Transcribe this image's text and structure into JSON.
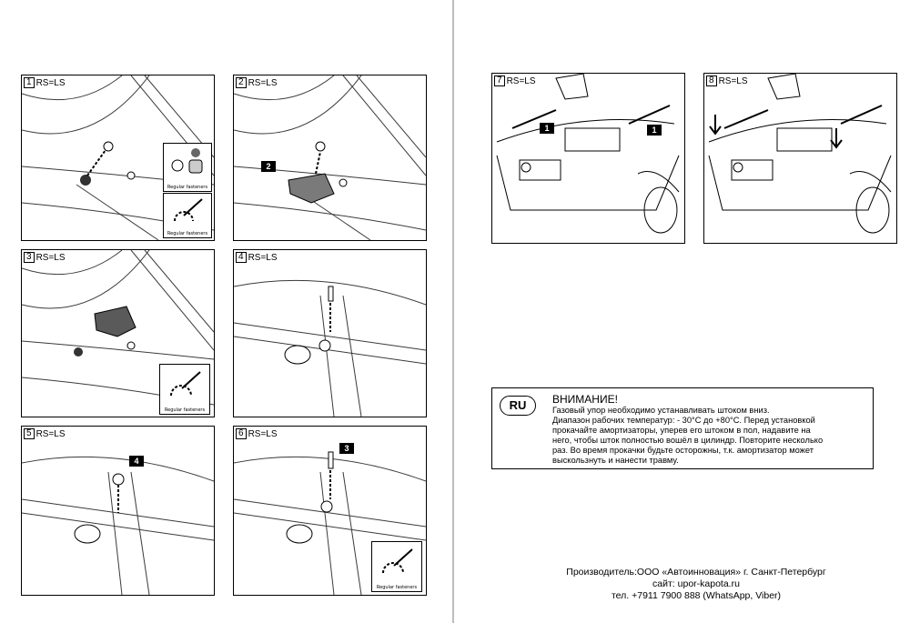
{
  "panels": [
    {
      "number": "1",
      "label": "RS=LS",
      "inset_captions": [
        "Regular fasteners",
        "Regular fasteners"
      ]
    },
    {
      "number": "2",
      "label": "RS=LS",
      "callouts": [
        "2"
      ]
    },
    {
      "number": "3",
      "label": "RS=LS",
      "inset_captions": [
        "Regular fasteners"
      ]
    },
    {
      "number": "4",
      "label": "RS=LS"
    },
    {
      "number": "5",
      "label": "RS=LS",
      "callouts": [
        "4"
      ]
    },
    {
      "number": "6",
      "label": "RS=LS",
      "callouts": [
        "3"
      ],
      "inset_captions": [
        "Regular fasteners"
      ]
    },
    {
      "number": "7",
      "label": "RS=LS",
      "callouts": [
        "1",
        "1"
      ]
    },
    {
      "number": "8",
      "label": "RS=LS"
    }
  ],
  "warning": {
    "badge": "RU",
    "title": "ВНИМАНИЕ!",
    "lines": [
      "Газовый упор необходимо устанавливать штоком вниз.",
      "Диапазон рабочих температур: - 30°С до +80°С. Перед установкой",
      "прокачайте амортизаторы, уперев его штоком в пол,   надавите на",
      "него, чтобы шток полностью вошёл в цилиндр. Повторите несколько",
      "раз. Во время прокачки будьте осторожны, т.к. амортизатор может",
      "выскользнуть и нанести травму."
    ]
  },
  "footer": {
    "line1": "Производитель:ООО «Автоинновация» г. Санкт-Петербург",
    "line2": "сайт: upor-kapota.ru",
    "line3": "тел. +7911 7900 888 (WhatsApp, Viber)"
  },
  "colors": {
    "ink": "#000000",
    "line": "#3a3a3a",
    "spine": "#bdbdbd",
    "shade": "#808080"
  }
}
